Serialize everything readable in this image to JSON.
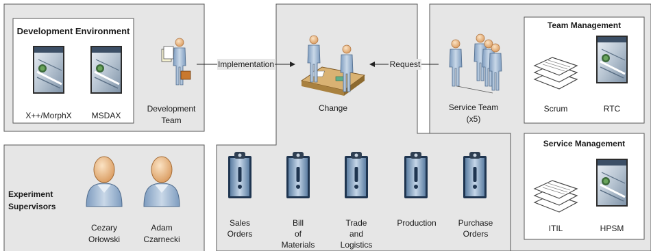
{
  "development_environment": {
    "title": "Development Environment",
    "items": [
      {
        "label": "X++/MorphX",
        "icon": "application-window-icon"
      },
      {
        "label": "MSDAX",
        "icon": "application-window-icon"
      }
    ]
  },
  "development_team": {
    "label": "Development\nTeam",
    "icon": "developer-with-documents-icon"
  },
  "change": {
    "label": "Change",
    "icon": "meeting-at-desk-icon"
  },
  "service_team": {
    "label": "Service Team\n(x5)",
    "icon": "team-group-icon"
  },
  "connectors": {
    "implementation": "Implementation",
    "request": "Request"
  },
  "team_management": {
    "title": "Team Management",
    "items": [
      {
        "label": "Scrum",
        "icon": "document-stack-icon"
      },
      {
        "label": "RTC",
        "icon": "application-window-icon"
      }
    ]
  },
  "service_management": {
    "title": "Service Management",
    "items": [
      {
        "label": "ITIL",
        "icon": "document-stack-icon"
      },
      {
        "label": "HPSM",
        "icon": "application-window-icon"
      }
    ]
  },
  "experiment_supervisors": {
    "title": "Experiment\nSupervisors",
    "people": [
      {
        "name": "Cezary\nOrłowski",
        "icon": "person-icon"
      },
      {
        "name": "Adam\nCzarnecki",
        "icon": "person-icon"
      }
    ]
  },
  "processes": [
    {
      "label": "Sales\nOrders",
      "icon": "clipboard-icon"
    },
    {
      "label": "Bill\nof\nMaterials",
      "icon": "clipboard-icon"
    },
    {
      "label": "Trade\nand\nLogistics",
      "icon": "clipboard-icon"
    },
    {
      "label": "Production",
      "icon": "clipboard-icon"
    },
    {
      "label": "Purchase\nOrders",
      "icon": "clipboard-icon"
    }
  ],
  "colors": {
    "panel_fill": "#e6e6e6",
    "panel_stroke": "#555555",
    "card_fill": "#ffffff",
    "person_skin": "#f0c89a",
    "person_body": "#9ab3cf"
  }
}
